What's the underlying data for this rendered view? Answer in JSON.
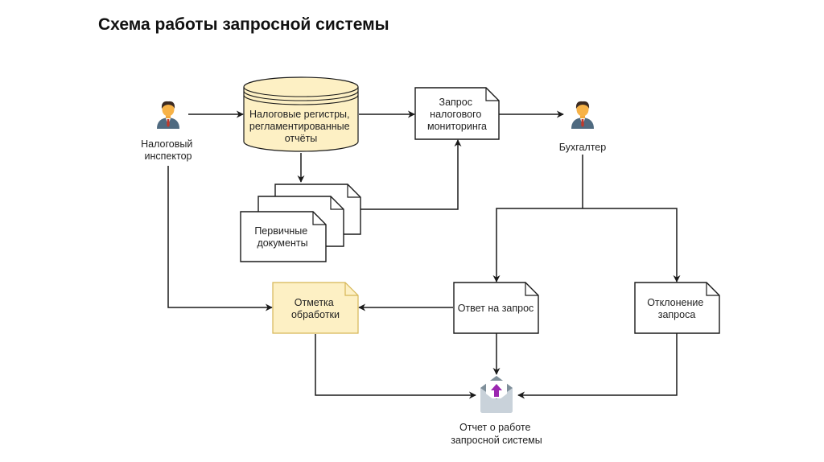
{
  "title": "Схема работы запросной системы",
  "colors": {
    "highlight_fill": "#fdf0c4",
    "highlight_stroke": "#d6b656",
    "doc_fill": "#ffffff",
    "line": "#1a1a1a",
    "envelope_body": "#c9d2da",
    "envelope_flap": "#7f8f9a",
    "envelope_arrow": "#9b27b0"
  },
  "nodes": {
    "tax_inspector": {
      "icon": "person-icon",
      "label_lines": [
        "Налоговый",
        "инспектор"
      ]
    },
    "tax_registers": {
      "shape": "database",
      "label_lines": [
        "Налоговые регистры,",
        "регламентированные",
        "отчёты"
      ]
    },
    "monitoring_request": {
      "shape": "document",
      "label_lines": [
        "Запрос",
        "налогового",
        "мониторинга"
      ]
    },
    "accountant": {
      "icon": "person-icon",
      "label_lines": [
        "Бухгалтер"
      ]
    },
    "primary_documents": {
      "shape": "multi-document",
      "label_lines": [
        "Первичные",
        "документы"
      ]
    },
    "processing_mark": {
      "shape": "document",
      "label_lines": [
        "Отметка",
        "обработки"
      ]
    },
    "request_answer": {
      "shape": "document",
      "label_lines": [
        "Ответ на запрос"
      ]
    },
    "request_rejection": {
      "shape": "document",
      "label_lines": [
        "Отклонение",
        "запроса"
      ]
    },
    "system_report": {
      "icon": "envelope-upload-icon",
      "label_lines": [
        "Отчет о работе",
        "запросной системы"
      ]
    }
  },
  "edges": [
    {
      "from": "tax_inspector",
      "to": "tax_registers"
    },
    {
      "from": "tax_registers",
      "to": "monitoring_request"
    },
    {
      "from": "monitoring_request",
      "to": "accountant"
    },
    {
      "from": "tax_registers",
      "to": "primary_documents"
    },
    {
      "from": "primary_documents",
      "to": "monitoring_request"
    },
    {
      "from": "tax_inspector",
      "to": "processing_mark"
    },
    {
      "from": "accountant",
      "to": "request_answer"
    },
    {
      "from": "accountant",
      "to": "request_rejection"
    },
    {
      "from": "request_answer",
      "to": "processing_mark"
    },
    {
      "from": "request_answer",
      "to": "system_report"
    },
    {
      "from": "processing_mark",
      "to": "system_report"
    },
    {
      "from": "request_rejection",
      "to": "system_report"
    }
  ]
}
